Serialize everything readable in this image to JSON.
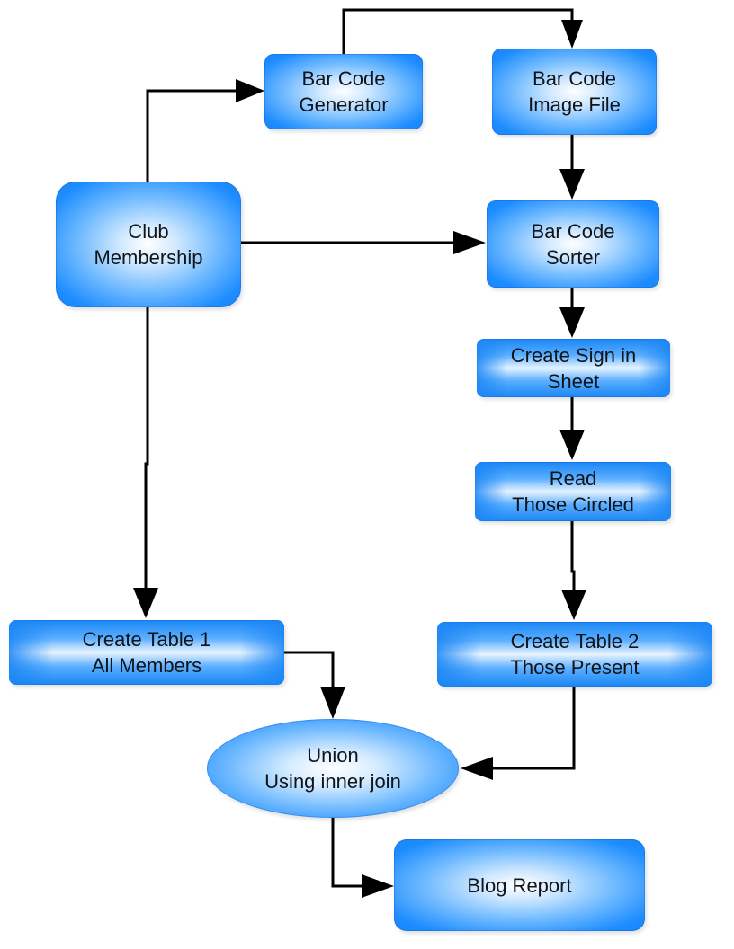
{
  "diagram": {
    "nodes": {
      "barcode_generator": {
        "line1": "Bar Code",
        "line2": "Generator"
      },
      "barcode_image_file": {
        "line1": "Bar Code",
        "line2": "Image File"
      },
      "club_membership": {
        "line1": "Club",
        "line2": "Membership"
      },
      "barcode_sorter": {
        "line1": "Bar Code",
        "line2": "Sorter"
      },
      "create_sign_in_sheet": {
        "line1": "Create Sign in",
        "line2": "Sheet"
      },
      "read_those_circled": {
        "line1": "Read",
        "line2": "Those Circled"
      },
      "create_table_1": {
        "line1": "Create Table 1",
        "line2": "All Members"
      },
      "create_table_2": {
        "line1": "Create Table 2",
        "line2": "Those Present"
      },
      "union": {
        "line1": "Union",
        "line2": "Using inner join"
      },
      "blog_report": {
        "line1": "Blog Report"
      }
    },
    "edges": [
      {
        "from": "club_membership",
        "to": "barcode_generator"
      },
      {
        "from": "barcode_generator",
        "to": "barcode_image_file"
      },
      {
        "from": "barcode_image_file",
        "to": "barcode_sorter"
      },
      {
        "from": "club_membership",
        "to": "barcode_sorter"
      },
      {
        "from": "barcode_sorter",
        "to": "create_sign_in_sheet"
      },
      {
        "from": "create_sign_in_sheet",
        "to": "read_those_circled"
      },
      {
        "from": "read_those_circled",
        "to": "create_table_2"
      },
      {
        "from": "club_membership",
        "to": "create_table_1"
      },
      {
        "from": "create_table_1",
        "to": "union"
      },
      {
        "from": "create_table_2",
        "to": "union"
      },
      {
        "from": "union",
        "to": "blog_report"
      }
    ],
    "colors": {
      "node_fill": "#1a86f5",
      "node_highlight": "#ffffff",
      "connector": "#000000"
    }
  }
}
